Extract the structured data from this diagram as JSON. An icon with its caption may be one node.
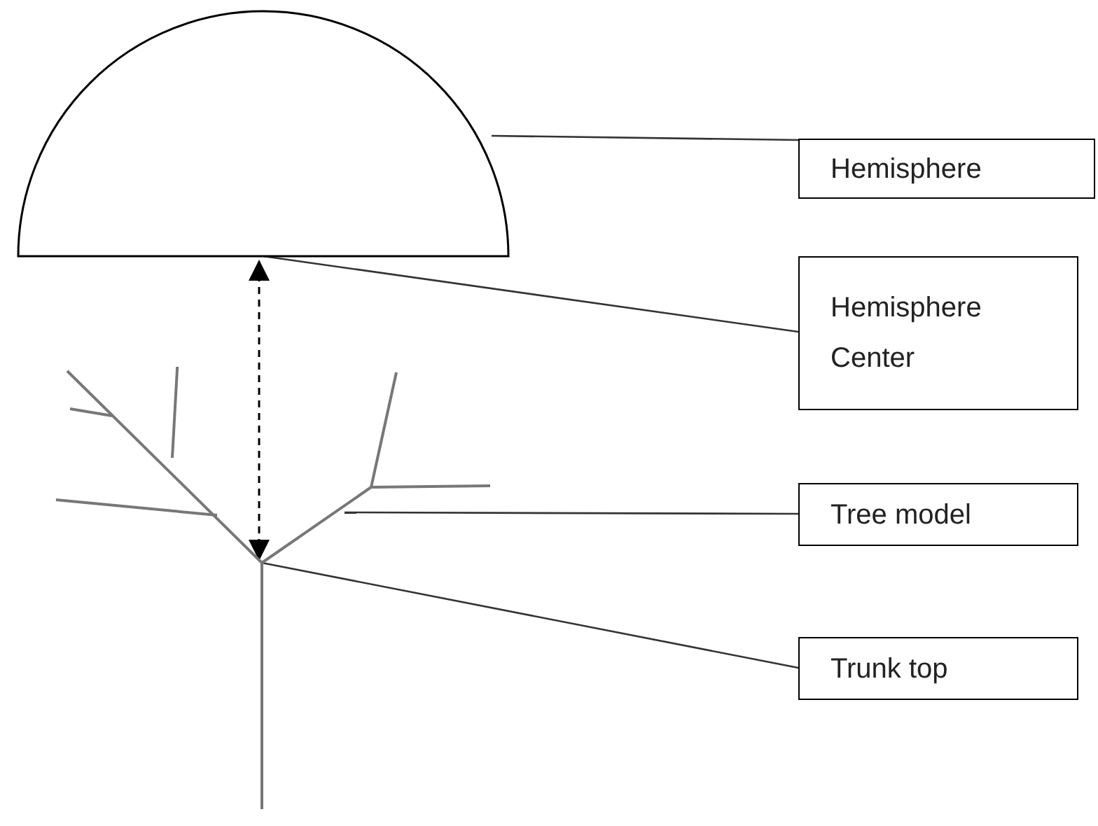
{
  "diagram": {
    "nodes": [
      {
        "text": [],
        "shape": "semicircle"
      },
      {
        "text": [],
        "shape": "tree"
      },
      {
        "text": [
          "Hemisphere"
        ]
      },
      {
        "text": [
          "Hemisphere Center"
        ]
      },
      {
        "text": [
          "Tree model"
        ]
      },
      {
        "text": [
          "Trunk top"
        ]
      }
    ],
    "edges": [
      {
        "from": 2,
        "to": 0,
        "arrow": "none"
      },
      {
        "from": 3,
        "to": 0,
        "arrow": "none"
      },
      {
        "from": 4,
        "to": 1,
        "arrow": "none"
      },
      {
        "from": 5,
        "to": 1,
        "arrow": "none"
      },
      {
        "from": 0,
        "to": 1,
        "arrow": "both",
        "style": "dashed",
        "color": "#000000"
      }
    ]
  }
}
